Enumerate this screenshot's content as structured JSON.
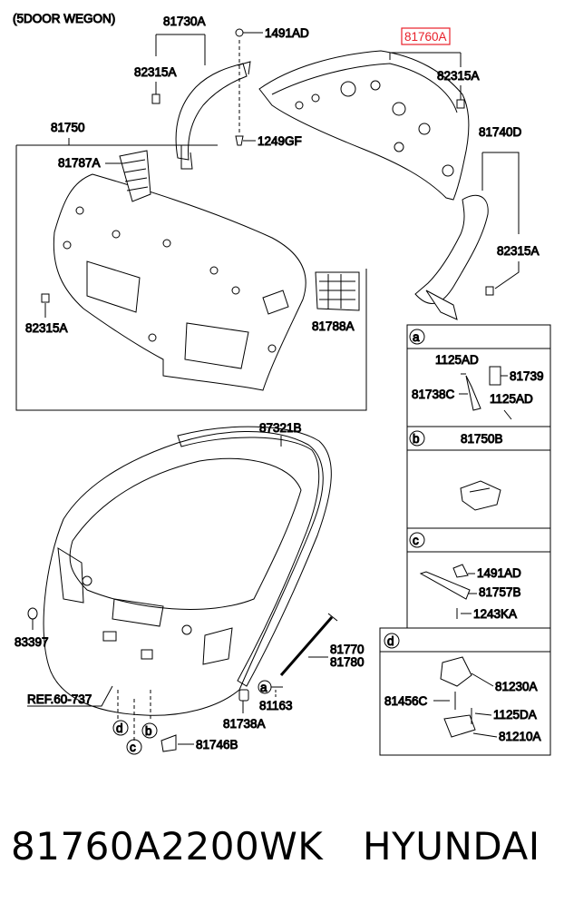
{
  "diagram": {
    "variant": "(5DOOR WEGON)",
    "highlight_color": "#e8202a",
    "callouts": {
      "p81730A": "81730A",
      "p82315A_1": "82315A",
      "p1491AD": "1491AD",
      "p1249GF": "1249GF",
      "p81760A": "81760A",
      "p82315A_2": "82315A",
      "p81750": "81750",
      "p81740D": "81740D",
      "p81787A": "81787A",
      "p82315A_3": "82315A",
      "p82315A_4": "82315A",
      "p81788A": "81788A",
      "p87321B": "87321B",
      "p83397": "83397",
      "ref": "REF.60-737",
      "p81770": "81770",
      "p81780": "81780",
      "p81163": "81163",
      "p81738A": "81738A",
      "p81746B": "81746B",
      "c_a": "a",
      "c_b": "b",
      "c_c": "c",
      "c_d": "d",
      "c_a2": "a"
    },
    "detail_a": {
      "tag": "a",
      "labels": [
        "1125AD",
        "81739",
        "81738C",
        "1125AD"
      ]
    },
    "detail_b": {
      "tag": "b",
      "labels": [
        "81750B"
      ]
    },
    "detail_c": {
      "tag": "c",
      "labels": [
        "1491AD",
        "81757B",
        "1243KA"
      ]
    },
    "detail_d": {
      "tag": "d",
      "labels": [
        "81230A",
        "81456C",
        "1125DA",
        "81210A"
      ]
    }
  },
  "footer": {
    "part_number": "81760A2200WK",
    "brand": "HYUNDAI"
  }
}
